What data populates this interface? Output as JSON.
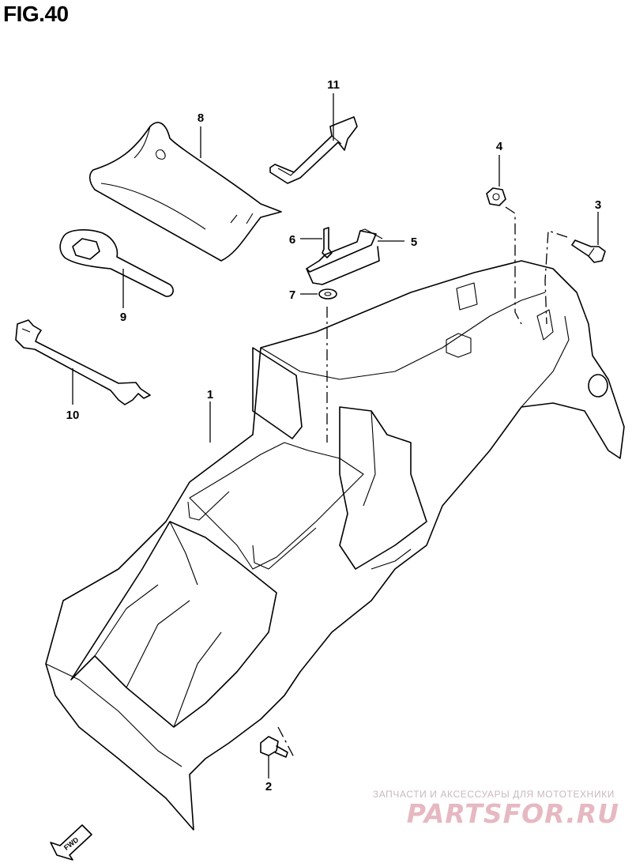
{
  "figure": {
    "title": "FIG.40",
    "fwd_label": "FWD"
  },
  "callouts": [
    {
      "id": "c1",
      "label": "1"
    },
    {
      "id": "c2",
      "label": "2"
    },
    {
      "id": "c3",
      "label": "3"
    },
    {
      "id": "c4",
      "label": "4"
    },
    {
      "id": "c5",
      "label": "5"
    },
    {
      "id": "c6",
      "label": "6"
    },
    {
      "id": "c7",
      "label": "7"
    },
    {
      "id": "c8",
      "label": "8"
    },
    {
      "id": "c9",
      "label": "9"
    },
    {
      "id": "c10",
      "label": "10"
    },
    {
      "id": "c11",
      "label": "11"
    }
  ],
  "watermark": {
    "tagline": "ЗАПЧАСТИ И АКСЕССУАРЫ ДЛЯ МОТОТЕХНИКИ",
    "logo": "PARTSFOR.RU"
  }
}
